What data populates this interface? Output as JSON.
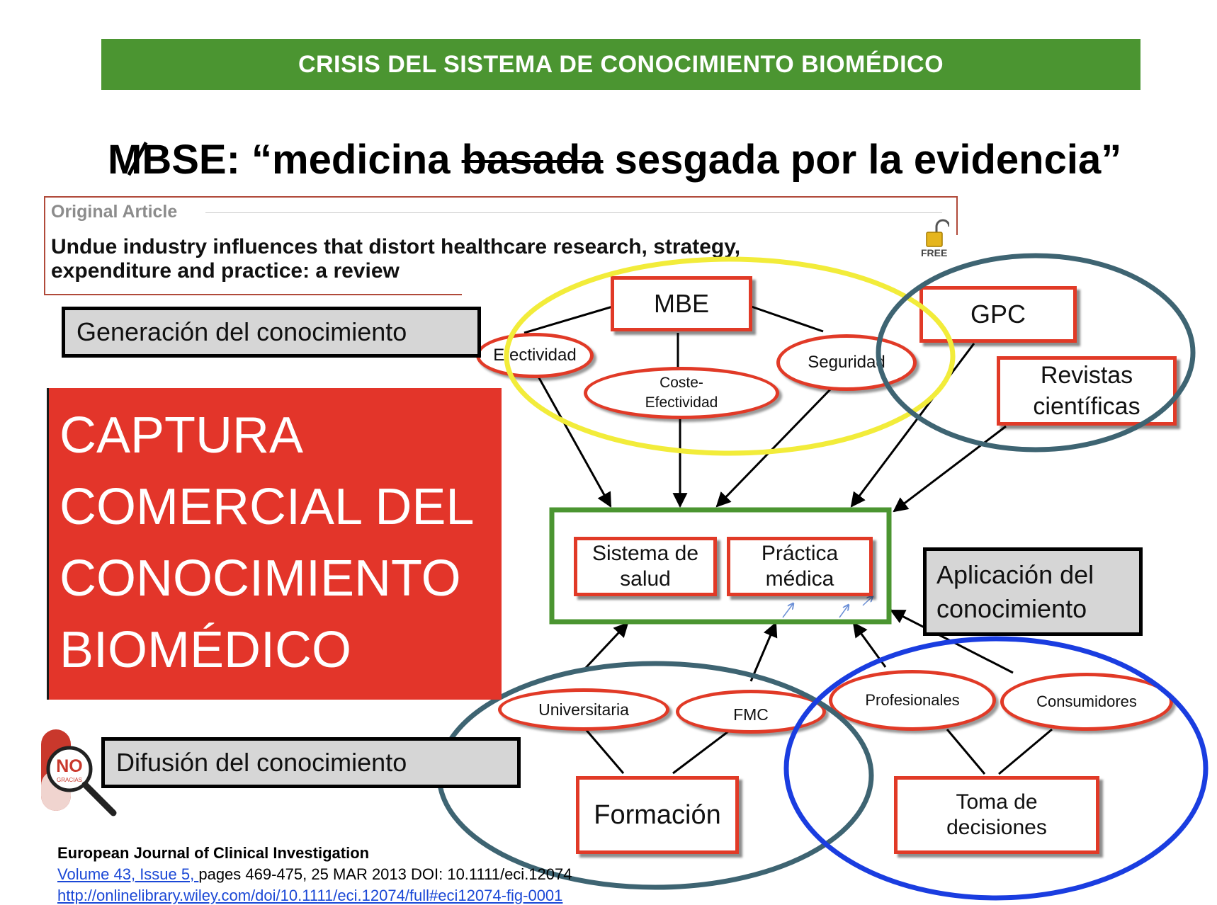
{
  "banner": {
    "title": "CRISIS DEL SISTEMA DE CONOCIMIENTO BIOMÉDICO"
  },
  "headline": {
    "prefix_m": "M",
    "prefix_b": "B",
    "prefix_rest": "SE: “medicina ",
    "struck": "basada",
    "rest": " sesgada por la evidencia”"
  },
  "article": {
    "kicker": "Original Article",
    "title": "Undue industry influences that distort healthcare research, strategy, expenditure and practice: a review",
    "access_badge": "FREE",
    "access_icon": "open-lock-icon"
  },
  "labels": {
    "generation": "Generación del conocimiento",
    "diffusion": "Difusión del conocimiento",
    "application": "Aplicación del conocimiento"
  },
  "capture": {
    "lines": [
      "CAPTURA",
      "COMERCIAL DEL",
      "CONOCIMIENTO",
      "BIOMÉDICO"
    ]
  },
  "logo": {
    "line1": "NO",
    "line2": "GRACIAS"
  },
  "nodes": {
    "mbe": "MBE",
    "gpc": "GPC",
    "revistas": "Revistas científicas",
    "efectividad": "Efectividad",
    "coste_efectividad": "Coste-Efectividad",
    "seguridad": "Seguridad",
    "sistema_salud": "Sistema de salud",
    "practica_medica": "Práctica médica",
    "universitaria": "Universitaria",
    "fmc": "FMC",
    "profesionales": "Profesionales",
    "consumidores": "Consumidores",
    "formacion": "Formación",
    "toma_decisiones": "Toma de decisiones"
  },
  "colors": {
    "banner": "#4b9531",
    "capture": "#e3352a",
    "node_border": "#e13a27",
    "yellow_group": "#f2ec3a",
    "teal_group": "#3e6472",
    "blue_group": "#1a3de0",
    "green_group": "#4b9531",
    "link": "#1b48d6"
  },
  "reference": {
    "journal": "European Journal of Clinical Investigation",
    "volume_link": "Volume 43, Issue 5, ",
    "pages": "pages 469-475, 25 MAR 2013 DOI: 10.1111/eci.12074",
    "url": "http://onlinelibrary.wiley.com/doi/10.1111/eci.12074/full#eci12074-fig-0001"
  }
}
